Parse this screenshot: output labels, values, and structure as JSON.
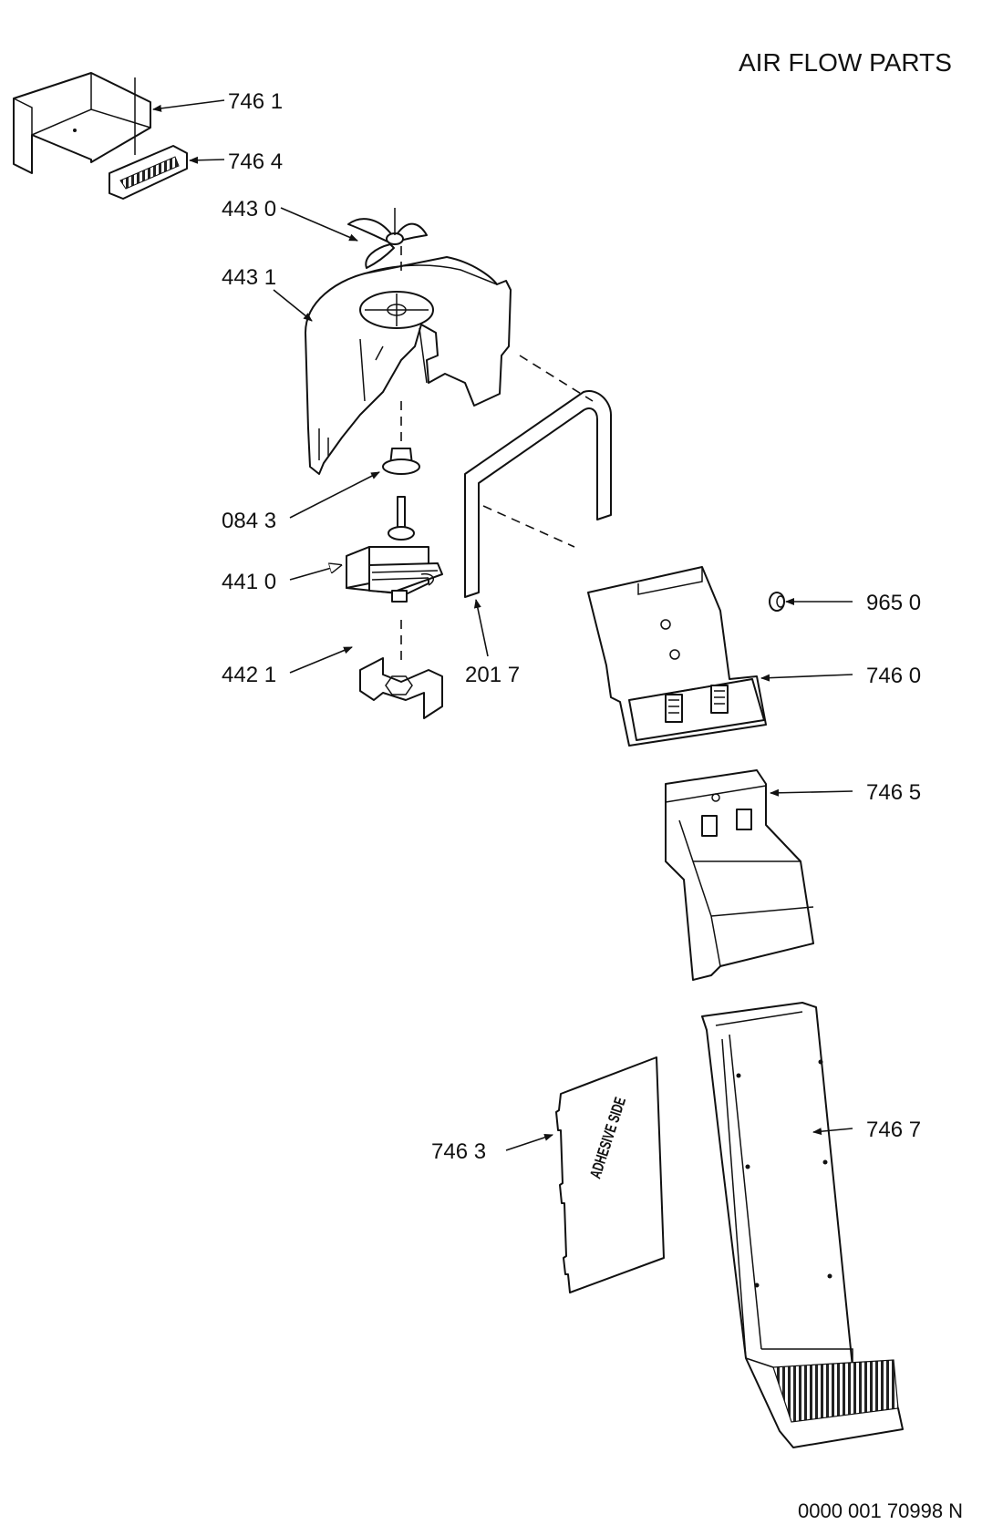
{
  "title": "AIR FLOW PARTS",
  "drawing_number": "0000 001 70998 N",
  "labels": {
    "p7461": "746 1",
    "p7464": "746 4",
    "p4430": "443 0",
    "p4431": "443 1",
    "p0843": "084 3",
    "p4410": "441 0",
    "p4421": "442 1",
    "p2017": "201 7",
    "p9650": "965 0",
    "p7460": "746 0",
    "p7465": "746 5",
    "p7467": "746 7",
    "p7463": "746 3"
  },
  "adhesive_text": "ADHESIVE SIDE"
}
